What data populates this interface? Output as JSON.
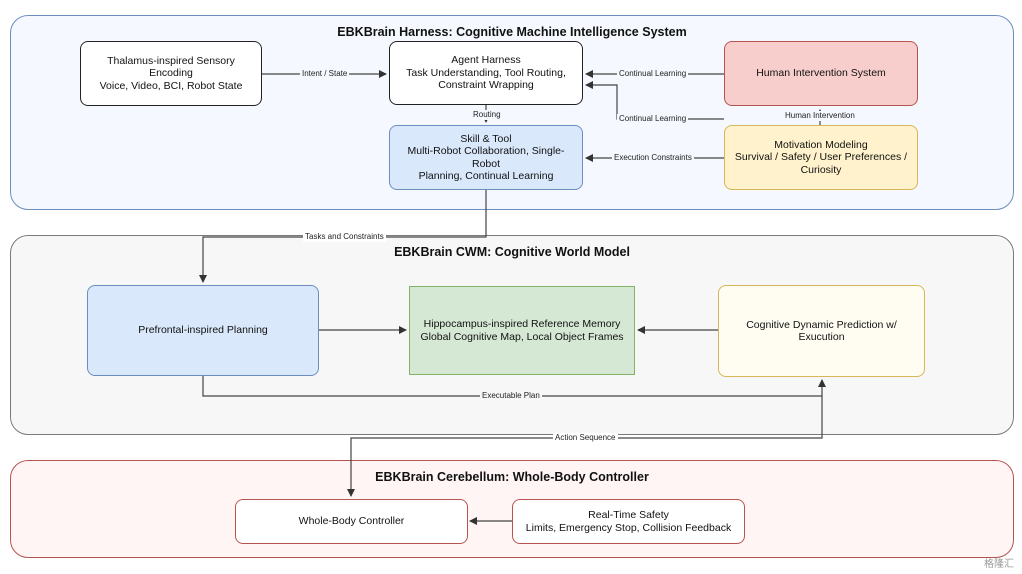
{
  "panels": {
    "harness": {
      "title": "EBKBrain Harness: Cognitive Machine Intelligence System"
    },
    "cwm": {
      "title": "EBKBrain CWM: Cognitive World Model"
    },
    "cerebellum": {
      "title": "EBKBrain Cerebellum: Whole-Body Controller"
    }
  },
  "nodes": {
    "thalamus": {
      "line1": "Thalamus-inspired Sensory Encoding",
      "line2": "Voice, Video, BCI, Robot State"
    },
    "agent": {
      "line1": "Agent Harness",
      "line2": "Task Understanding, Tool Routing,",
      "line3": "Constraint Wrapping"
    },
    "human": {
      "line1": "Human Intervention System"
    },
    "skill": {
      "line1": "Skill & Tool",
      "line2": "Multi-Robot Collaboration, Single-Robot",
      "line3": "Planning, Continual Learning"
    },
    "motivation": {
      "line1": "Motivation Modeling",
      "line2": "Survival / Safety / User Preferences /",
      "line3": "Curiosity"
    },
    "prefrontal": {
      "line1": "Prefrontal-inspired Planning"
    },
    "hippocampus": {
      "line1": "Hippocampus-inspired Reference Memory",
      "line2": "Global Cognitive Map, Local Object Frames"
    },
    "cognitive": {
      "line1": "Cognitive Dynamic Prediction w/ Exucution"
    },
    "wholebody": {
      "line1": "Whole-Body Controller"
    },
    "safety": {
      "line1": "Real-Time Safety",
      "line2": "Limits, Emergency Stop, Collision Feedback"
    }
  },
  "edges": {
    "intent_state": "Intent / State",
    "continual_learning_1": "Continual Learning",
    "continual_learning_2": "Continual Learning",
    "human_intervention": "Human Intervention",
    "routing": "Routing",
    "execution_constraints": "Execution Constraints",
    "tasks_constraints": "Tasks and Constraints",
    "executable_plan": "Executable Plan",
    "action_sequence": "Action Sequence"
  },
  "watermark": "格隆汇",
  "colors": {
    "blue_fill": "#dae8fc",
    "blue_stroke": "#6c8ebf",
    "red_fill": "#f8cecc",
    "red_stroke": "#b85450",
    "yellow_fill": "#fff2cc",
    "yellow_stroke": "#d6b656",
    "green_fill": "#d5e8d4",
    "green_stroke": "#82b366"
  }
}
